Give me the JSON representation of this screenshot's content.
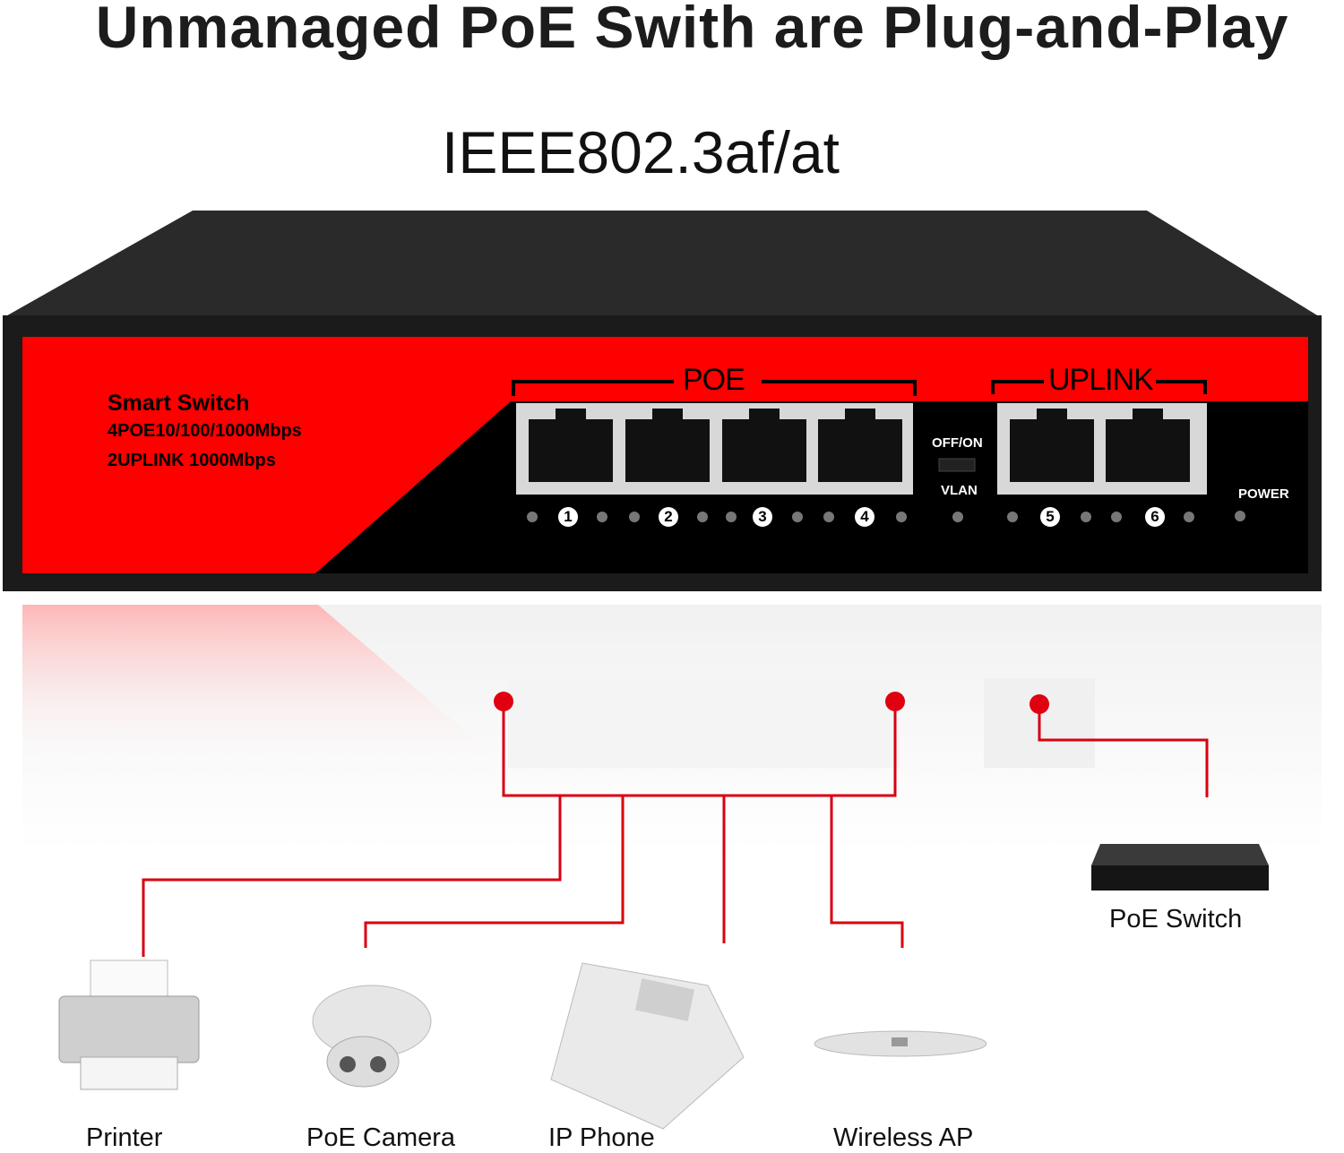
{
  "title": "Unmanaged PoE Swith are Plug-and-Play",
  "subtitle": "IEEE802.3af/at",
  "switch": {
    "label_name": "Smart Switch",
    "label_poe": "4POE10/100/1000Mbps",
    "label_uplink": "2UPLINK 1000Mbps",
    "group_poe": "POE",
    "group_uplink": "UPLINK",
    "dip_top": "OFF/ON",
    "dip_bottom": "VLAN",
    "power": "POWER",
    "port_numbers": [
      "1",
      "2",
      "3",
      "4",
      "5",
      "6"
    ]
  },
  "devices": {
    "printer": "Printer",
    "camera": "PoE Camera",
    "phone": "IP Phone",
    "ap": "Wireless AP",
    "poe_switch": "PoE Switch"
  },
  "colors": {
    "red": "#fe0000",
    "line": "#d9000f",
    "body": "#1a1a1a"
  }
}
